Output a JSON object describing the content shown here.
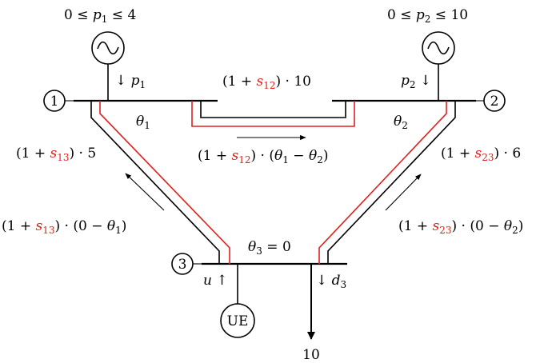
{
  "generators": {
    "g1": {
      "limit_prefix": "0 ≤ ",
      "var": "p",
      "sub": "1",
      "limit_suffix": " ≤ 4",
      "flow_arrow": "↓ ",
      "flow_var": "p",
      "flow_sub": "1"
    },
    "g2": {
      "limit_prefix": "0 ≤ ",
      "var": "p",
      "sub": "2",
      "limit_suffix": " ≤ 10",
      "flow_var": "p",
      "flow_sub": "2",
      "flow_arrow": " ↓"
    }
  },
  "buses": {
    "b1": {
      "label": "1",
      "angle_var": "θ",
      "angle_sub": "1"
    },
    "b2": {
      "label": "2",
      "angle_var": "θ",
      "angle_sub": "2"
    },
    "b3": {
      "label": "3",
      "angle_var": "θ",
      "angle_sub": "3",
      "angle_eq": " = 0"
    }
  },
  "lines": {
    "l12": {
      "cap_pre": "(1 + ",
      "s_var": "s",
      "s_sub": "12",
      "cap_post": ") · 10",
      "flow_pre": "(1 + ",
      "flow_mid": ") · (",
      "flow_t1": "θ",
      "flow_t1_sub": "1",
      "flow_minus": " − ",
      "flow_t2": "θ",
      "flow_t2_sub": "2",
      "flow_end": ")"
    },
    "l13": {
      "cap_pre": "(1 + ",
      "s_var": "s",
      "s_sub": "13",
      "cap_post": ") · 5",
      "flow_pre": "(1 + ",
      "flow_mid": ") · (0 − ",
      "flow_t": "θ",
      "flow_t_sub": "1",
      "flow_end": ")"
    },
    "l23": {
      "cap_pre": "(1 + ",
      "s_var": "s",
      "s_sub": "23",
      "cap_post": ") · 6",
      "flow_pre": "(1 + ",
      "flow_mid": ") · (0 − ",
      "flow_t": "θ",
      "flow_t_sub": "2",
      "flow_end": ")"
    }
  },
  "unserved": {
    "var": "u",
    "arrow": " ↑",
    "label": "UE"
  },
  "demand": {
    "arrow": "↓ ",
    "var": "d",
    "sub": "3",
    "value": "10"
  },
  "colors": {
    "slack": "#e0201b",
    "line": "#000000"
  }
}
